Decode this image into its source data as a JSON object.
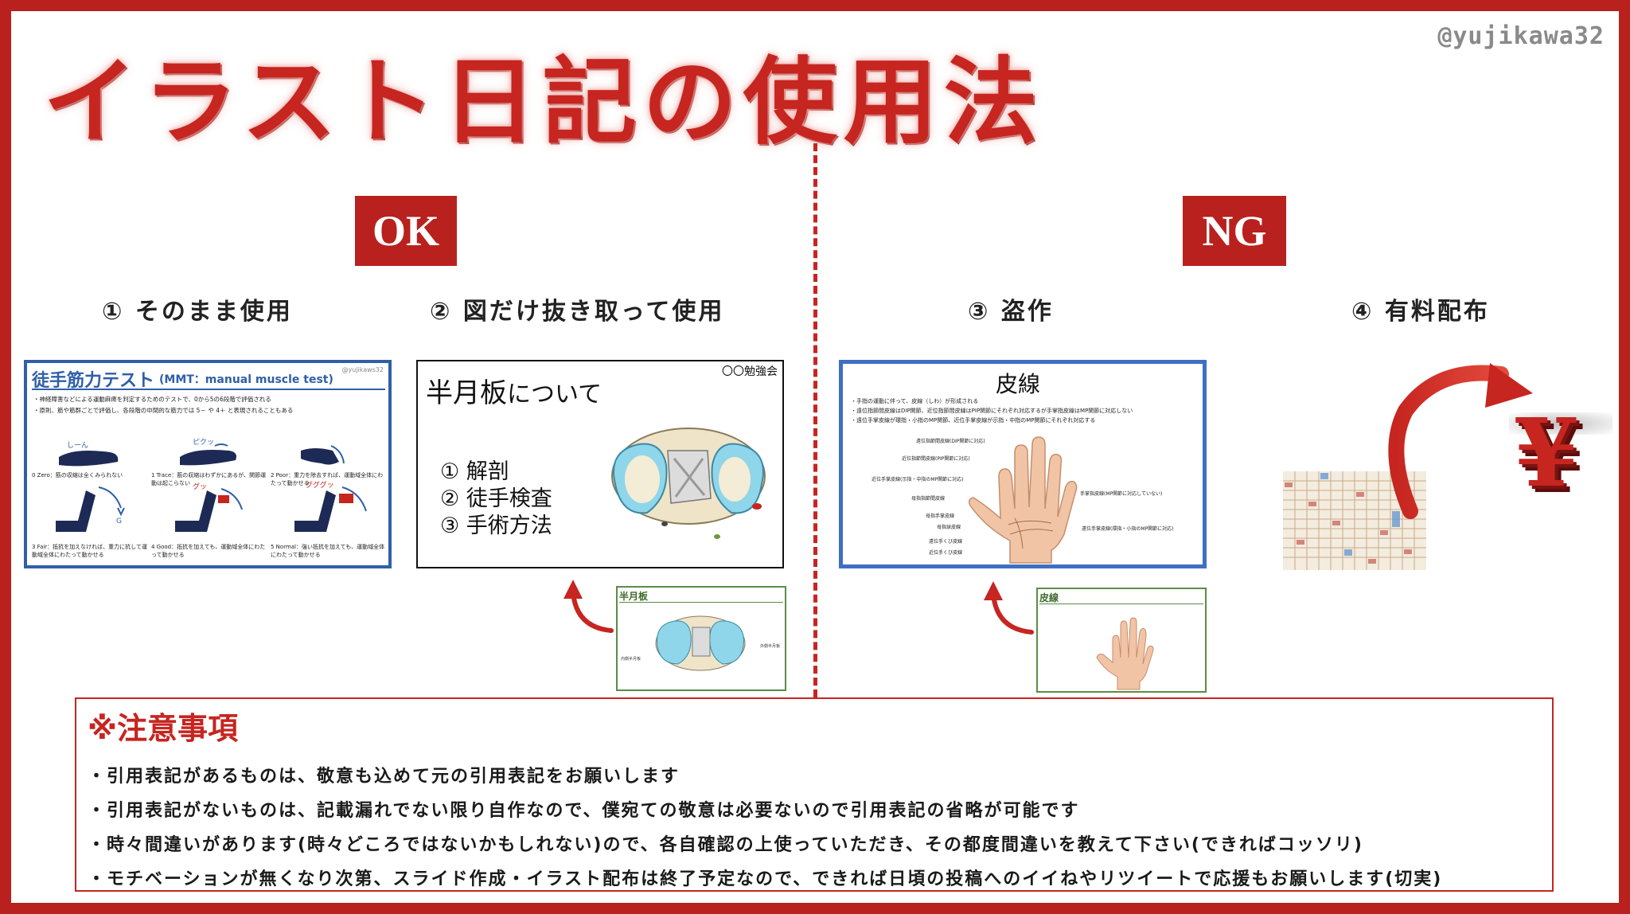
{
  "header": {
    "title": "イラスト日記の使用法",
    "handle": "@yujikawa32"
  },
  "sections": {
    "ok": {
      "badge": "OK",
      "items": [
        {
          "label": "① そのまま使用"
        },
        {
          "label": "② 図だけ抜き取って使用"
        }
      ]
    },
    "ng": {
      "badge": "NG",
      "items": [
        {
          "label": "③ 盗作"
        },
        {
          "label": "④ 有料配布"
        }
      ]
    }
  },
  "slides": {
    "mmt": {
      "title": "徒手筋力テスト",
      "subtitle": "(MMT：manual muscle test)",
      "credit": "@yujikaws32",
      "bullets": [
        "・神経障害などによる運動麻痺を判定するためのテストで、0から5の6段階で評価される",
        "・原則、筋や筋群ごとで評価し、各段階の中間的な筋力では 5－ や 4＋ と表現されることもある"
      ],
      "levels": [
        {
          "label": "0 Zero：筋の収縮は全くみられない",
          "sound": "しーん"
        },
        {
          "label": "1 Trace：筋の収縮はわずかにあるが、関節運動は起こらない",
          "sound": "ピクッ"
        },
        {
          "label": "2 Poor：重力を除去すれば、運動域全体にわたって動かせる",
          "sound": ""
        },
        {
          "label": "3 Fair：抵抗を加えなければ、重力に抗して運動域全体にわたって動かせる",
          "sound": ""
        },
        {
          "label": "4 Good：抵抗を加えても、運動域全体にわたって動かせる",
          "sound": "グッ"
        },
        {
          "label": "5 Normal：強い抵抗を加えても、運動域全体にわたって動かせる",
          "sound": "グググッ"
        }
      ],
      "gravity_label": "G"
    },
    "meniscus": {
      "title_main": "半月板",
      "title_rest": "について",
      "tag": "〇〇勉強会",
      "items": [
        "① 解剖",
        "② 徒手検査",
        "③ 手術方法"
      ]
    },
    "meniscus_thumb": {
      "title": "半月板",
      "label_left": "内側半月板",
      "label_right": "外側半月板"
    },
    "dermatoglyph": {
      "title": "皮線",
      "bullets": [
        "・手指の運動に伴って、皮線（しわ）が形成される",
        "・遠位指節間皮線はDIP関節、近位指節間皮線はPIP関節にそれぞれ対応するが手掌指皮線はMP関節に対応しない",
        "・遠位手掌皮線が環指・小指のMP関節、近位手掌皮線が示指・中指のMP関節にそれぞれ対応する"
      ],
      "labels": [
        "遠位指節間皮線(DIP関節に対応)",
        "近位指節間皮線(PIP関節に対応)",
        "近位手掌皮線(示指・中指のMP関節に対応)",
        "母指指節間皮線",
        "母指手掌皮線",
        "母指球皮線",
        "遠位手くび皮線",
        "近位手くび皮線",
        "手掌指皮線(MP関節に対応していない)",
        "遠位手掌皮線(環指・小指のMP関節に対応)"
      ]
    },
    "dermatoglyph_thumb": {
      "title": "皮線"
    }
  },
  "currency_symbol": "¥",
  "notice": {
    "heading": "※注意事項",
    "items": [
      "・引用表記があるものは、敬意も込めて元の引用表記をお願いします",
      "・引用表記がないものは、記載漏れでない限り自作なので、僕宛ての敬意は必要ないので引用表記の省略が可能です",
      "・時々間違いがあります(時々どころではないかもしれない)ので、各自確認の上使っていただき、その都度間違いを教えて下さい(できればコッソリ)",
      "・モチベーションが無くなり次第、スライド作成・イラスト配布は終了予定なので、できれば日頃の投稿へのイイねやリツイートで応援もお願いします(切実)"
    ]
  },
  "colors": {
    "frame": "#b8211d",
    "accent": "#c62520",
    "slide_border_blue": "#2f5fa8",
    "thumb_border_green": "#5c8c45",
    "meniscus_blue": "#8fd6ea"
  }
}
